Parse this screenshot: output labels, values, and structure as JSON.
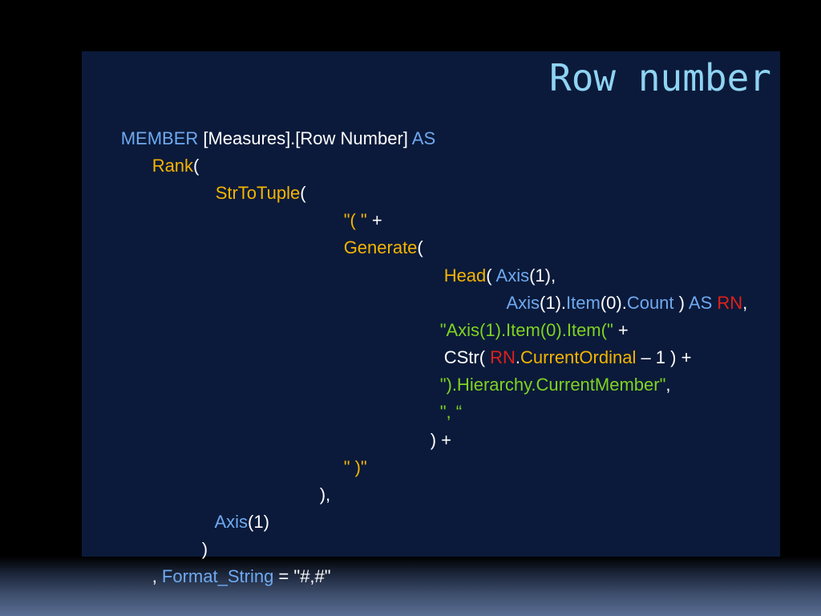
{
  "slide": {
    "title": "Row number"
  },
  "code": {
    "l1": [
      "MEMBER",
      " [Measures].[Row Number] ",
      "AS"
    ],
    "l2": [
      "Rank",
      "("
    ],
    "l3": [
      "StrToTuple",
      "("
    ],
    "l4": [
      "\"( \"",
      " +"
    ],
    "l5": [
      "Generate",
      "("
    ],
    "l6": [
      "Head",
      "( ",
      "Axis",
      "(1),"
    ],
    "l7": [
      "Axis",
      "(1).",
      "Item",
      "(0).",
      "Count",
      " ) ",
      "AS",
      " ",
      "RN",
      ","
    ],
    "l8": [
      "\"Axis(1).Item(0).Item(\"",
      " +"
    ],
    "l9": [
      "CStr( ",
      "RN",
      ".",
      "CurrentOrdinal",
      " – 1 ) +"
    ],
    "l10": [
      "\").Hierarchy.CurrentMember\"",
      ","
    ],
    "l11": [
      "\", “"
    ],
    "l12": [
      ") +"
    ],
    "l13": [
      "\" )\""
    ],
    "l14": [
      "),"
    ],
    "l15": [
      "Axis",
      "(1)"
    ],
    "l16": [
      ")"
    ],
    "l17": [
      ", ",
      "Format_String",
      " = \"#,#\""
    ]
  },
  "colors": {
    "keyword": "#6fa9f0",
    "function": "#f4b400",
    "string": "#7ed321",
    "variable": "#e0201a",
    "plain": "#ffffff",
    "panel_background": "#0b1a3a",
    "title": "#8fd3f3"
  }
}
